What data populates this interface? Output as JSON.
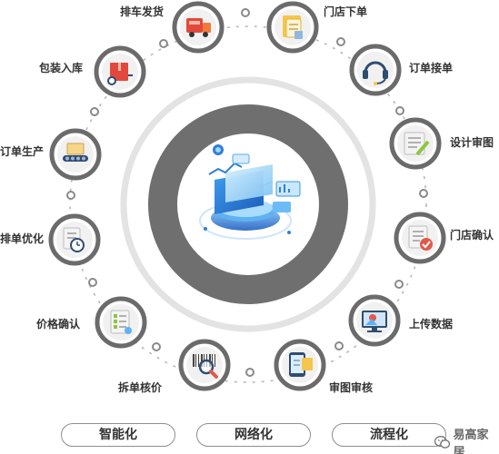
{
  "steps": [
    {
      "label": "排车发货",
      "icon": "truck-icon"
    },
    {
      "label": "门店下单",
      "icon": "order-document-icon"
    },
    {
      "label": "订单接单",
      "icon": "headset-icon"
    },
    {
      "label": "设计审图",
      "icon": "design-drawing-icon"
    },
    {
      "label": "门店确认",
      "icon": "confirm-document-icon"
    },
    {
      "label": "上传数据",
      "icon": "upload-monitor-icon"
    },
    {
      "label": "审图审核",
      "icon": "tablet-review-icon"
    },
    {
      "label": "拆单核价",
      "icon": "barcode-search-icon"
    },
    {
      "label": "价格确认",
      "icon": "price-checklist-icon"
    },
    {
      "label": "排单优化",
      "icon": "schedule-clock-icon"
    },
    {
      "label": "订单生产",
      "icon": "conveyor-production-icon"
    },
    {
      "label": "包装入库",
      "icon": "package-box-icon"
    }
  ],
  "footer": {
    "tags": [
      "智能化",
      "网络化",
      "流程化"
    ],
    "brand": "易高家居"
  },
  "colors": {
    "ring": "#6e6e6e",
    "node_border": "#6b6b6b",
    "outer_ring": "#e4e4e4",
    "center_accent": "#2f7fd8",
    "check_red": "#e05a4a",
    "folder_yellow": "#f6c64a"
  }
}
